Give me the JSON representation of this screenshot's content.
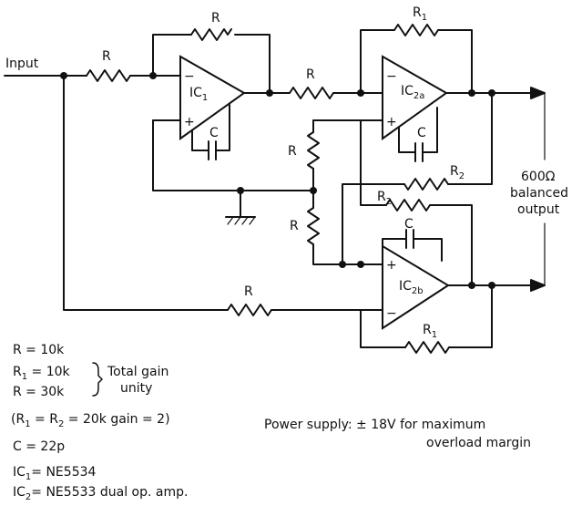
{
  "labels": {
    "input": "Input",
    "output_ohms": "600Ω",
    "output_l2": "balanced",
    "output_l3": "output",
    "r": "R",
    "r1": "R",
    "r2": "R",
    "c": "C",
    "sub1": "1",
    "sub2": "2",
    "ic1": "IC",
    "ic1_sub": "1",
    "ic2a": "IC",
    "ic2a_sub": "2a",
    "ic2b": "IC",
    "ic2b_sub": "2b",
    "minus": "−",
    "plus": "+"
  },
  "notes": {
    "r_line": "R   = 10k",
    "r1_line": "R",
    "r1_sub": "1",
    "r1_val": " = 10k",
    "r30_line": "R   = 30k",
    "total_gain": "Total gain",
    "unity": "unity",
    "gain2_open": "(R",
    "gain2_sub1": "1",
    "gain2_mid": " = R",
    "gain2_sub2": "2",
    "gain2_end": " = 20k  gain = 2)",
    "c_line": "C   = 22p",
    "ic1_pre": "IC",
    "ic1_sub": "1",
    "ic1_val": "= NE5534",
    "ic2_pre": "IC",
    "ic2_sub": "2",
    "ic2_val": "= NE5533  dual op. amp.",
    "power1": "Power supply:  ± 18V  for maximum",
    "power2": "overload margin"
  }
}
